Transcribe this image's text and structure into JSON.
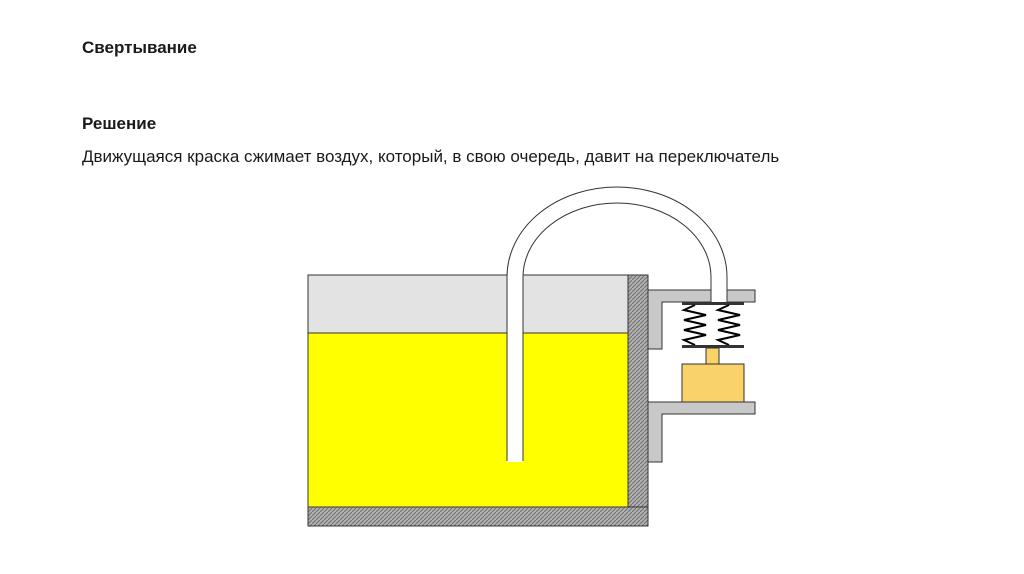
{
  "slide": {
    "title": "Свертывание",
    "section_heading": "Решение",
    "solution_text": "Движущаяся краска сжимает воздух, который, в свою очередь, давит на переключатель"
  },
  "diagram": {
    "colors": {
      "paint": "#FFFF00",
      "air": "#E3E3E3",
      "wall": "#A8A8A8",
      "bracket": "#C8C8C8",
      "switch": "#F9D26A",
      "tube": "#FFFFFF",
      "outline": "#333333"
    }
  }
}
